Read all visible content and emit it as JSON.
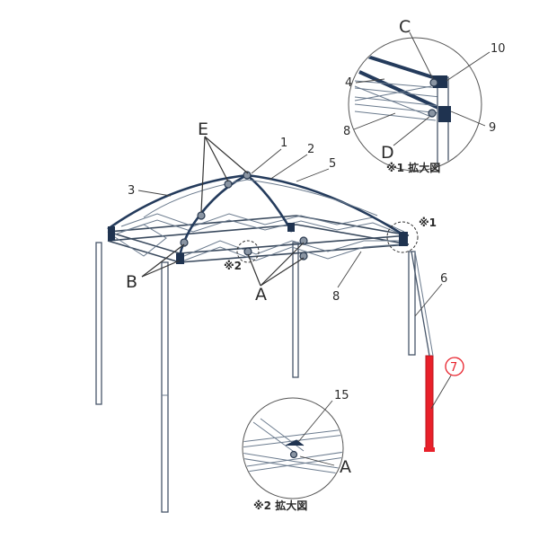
{
  "labels": {
    "E": "E",
    "B": "B",
    "A": "A",
    "C": "C",
    "D": "D",
    "n1": "1",
    "n2": "2",
    "n3": "3",
    "n4": "4",
    "n5": "5",
    "n6": "6",
    "n7": "7",
    "n8": "8",
    "n9": "9",
    "n10": "10",
    "n15": "15"
  },
  "markers": {
    "m1": "※1",
    "m2": "※2"
  },
  "captions": {
    "detail1": "※1 拡大図",
    "detail2": "※2 拡大図"
  },
  "colors": {
    "frame": "#3a4a5e",
    "highlight": "#e8202a",
    "rib": "#243b5c"
  }
}
